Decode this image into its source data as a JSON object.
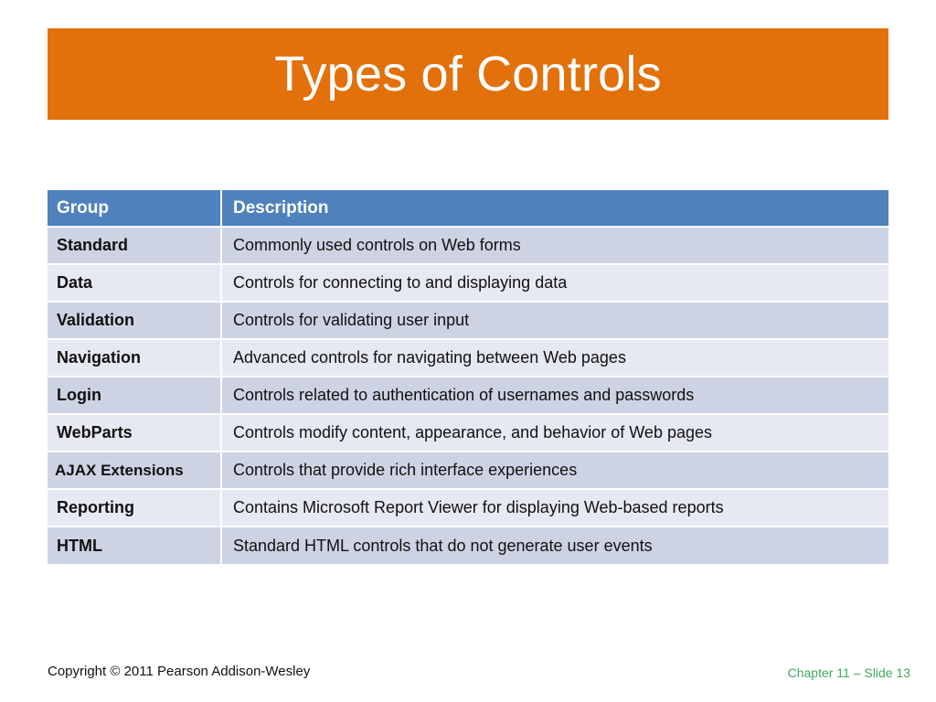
{
  "slide": {
    "title": "Types of Controls",
    "banner_color": "#e2710b",
    "title_color": "#ffffff"
  },
  "table": {
    "header_bg": "#4f81bd",
    "header_text_color": "#ffffff",
    "row_color_odd": "#ced3e4",
    "row_color_even": "#e7e9f2",
    "columns": [
      "Group",
      "Description"
    ],
    "rows": [
      {
        "group": "Standard",
        "description": "Commonly used controls on Web forms"
      },
      {
        "group": "Data",
        "description": "Controls for connecting to and displaying data"
      },
      {
        "group": "Validation",
        "description": "Controls for validating user input"
      },
      {
        "group": "Navigation",
        "description": "Advanced controls for navigating between Web pages"
      },
      {
        "group": "Login",
        "description": "Controls related to authentication of usernames and passwords"
      },
      {
        "group": "WebParts",
        "description": "Controls modify content, appearance, and behavior of Web pages"
      },
      {
        "group": "AJAX Extensions",
        "description": "Controls that provide rich interface experiences"
      },
      {
        "group": "Reporting",
        "description": "Contains Microsoft Report Viewer for displaying Web-based reports"
      },
      {
        "group": "HTML",
        "description": "Standard HTML controls that do not generate user events"
      }
    ]
  },
  "footer": {
    "copyright": "Copyright © 2011 Pearson Addison-Wesley",
    "chapter": "Chapter 11 – Slide 13",
    "chapter_color": "#41a85c"
  }
}
